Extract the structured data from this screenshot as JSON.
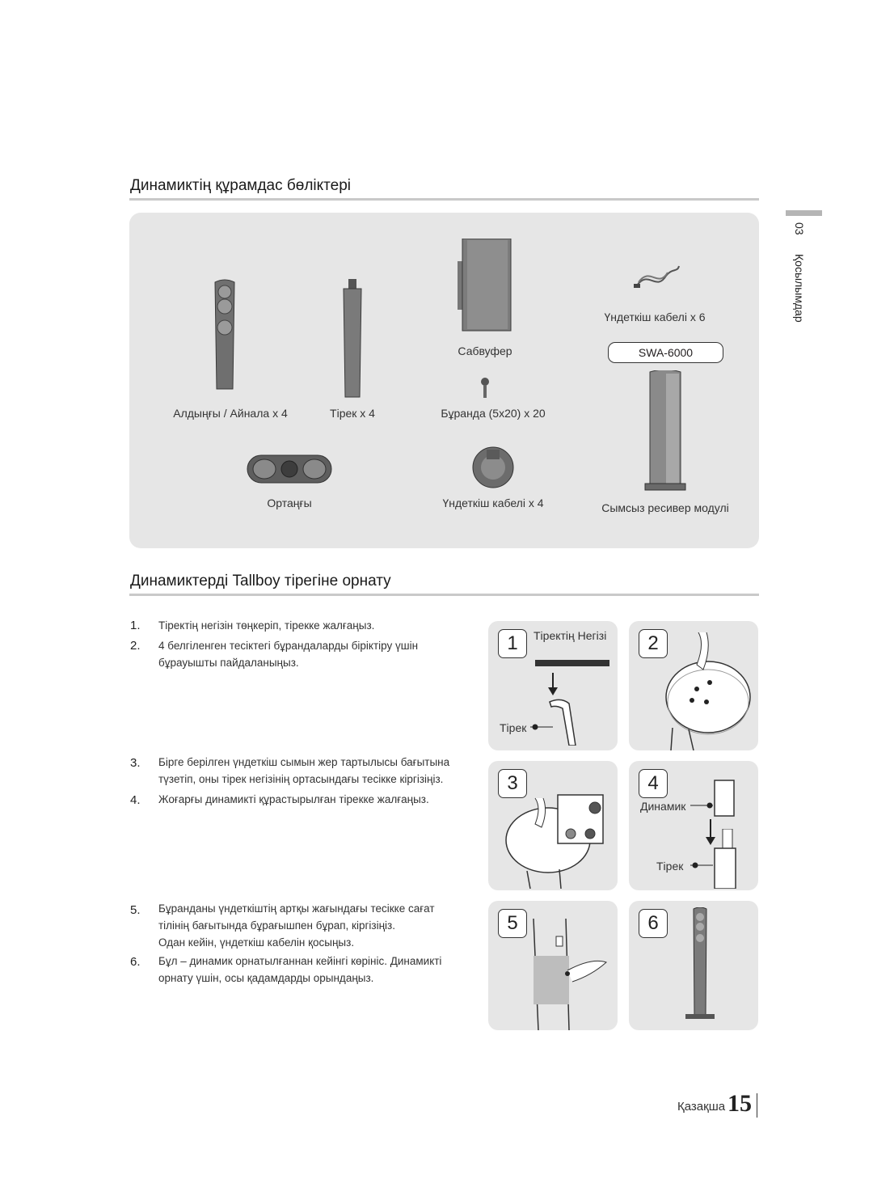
{
  "sections": {
    "components_title": "Динамиктің құрамдас бөліктері",
    "install_title": "Динамиктерді Tallboy тірегіне орнату"
  },
  "parts": {
    "front_surround": "Алдыңғы / Айнала x 4",
    "stand": "Тірек x 4",
    "subwoofer": "Сабвуфер",
    "screw": "Бұранда (5x20) x 20",
    "speaker_cable_top": "Үндеткіш кабелі x 6",
    "model": "SWA-6000",
    "center": "Ортаңғы",
    "speaker_cable_bottom": "Үндеткіш кабелі x 4",
    "wireless_module": "Сымсыз ресивер модулі"
  },
  "steps": [
    {
      "num": "1.",
      "text": "Тіректің негізін төңкеріп, тірекке жалғаңыз."
    },
    {
      "num": "2.",
      "text": "4 белгіленген тесіктегі бұрандаларды біріктіру үшін бұрауышты пайдаланыңыз."
    },
    {
      "num": "3.",
      "text": "Бірге берілген үндеткіш сымын жер тартылысы бағытына түзетіп, оны тірек негізінің ортасындағы тесікке кіргізіңіз."
    },
    {
      "num": "4.",
      "text": "Жоғарғы динамикті құрастырылған тірекке жалғаңыз."
    },
    {
      "num": "5.",
      "text": "Бұранданы үндеткіштің артқы жағындағы тесікке сағат тілінің бағытында бұрағышпен бұрап, кіргізіңіз.\nОдан кейін, үндеткіш кабелін қосыңыз."
    },
    {
      "num": "6.",
      "text": "Бұл – динамик орнатылғаннан кейінгі көрініс. Динамикті орнату үшін, осы қадамдарды орындаңыз."
    }
  ],
  "figures": {
    "badges": [
      "1",
      "2",
      "3",
      "4",
      "5",
      "6"
    ],
    "fig1_base_label": "Тіректің Негізі",
    "fig1_stand_label": "Тірек",
    "fig4_speaker_label": "Динамик",
    "fig4_stand_label": "Тірек"
  },
  "sidebar": {
    "chapter": "03",
    "label": "Қосылымдар"
  },
  "footer": {
    "language": "Қазақша",
    "page": "15"
  }
}
